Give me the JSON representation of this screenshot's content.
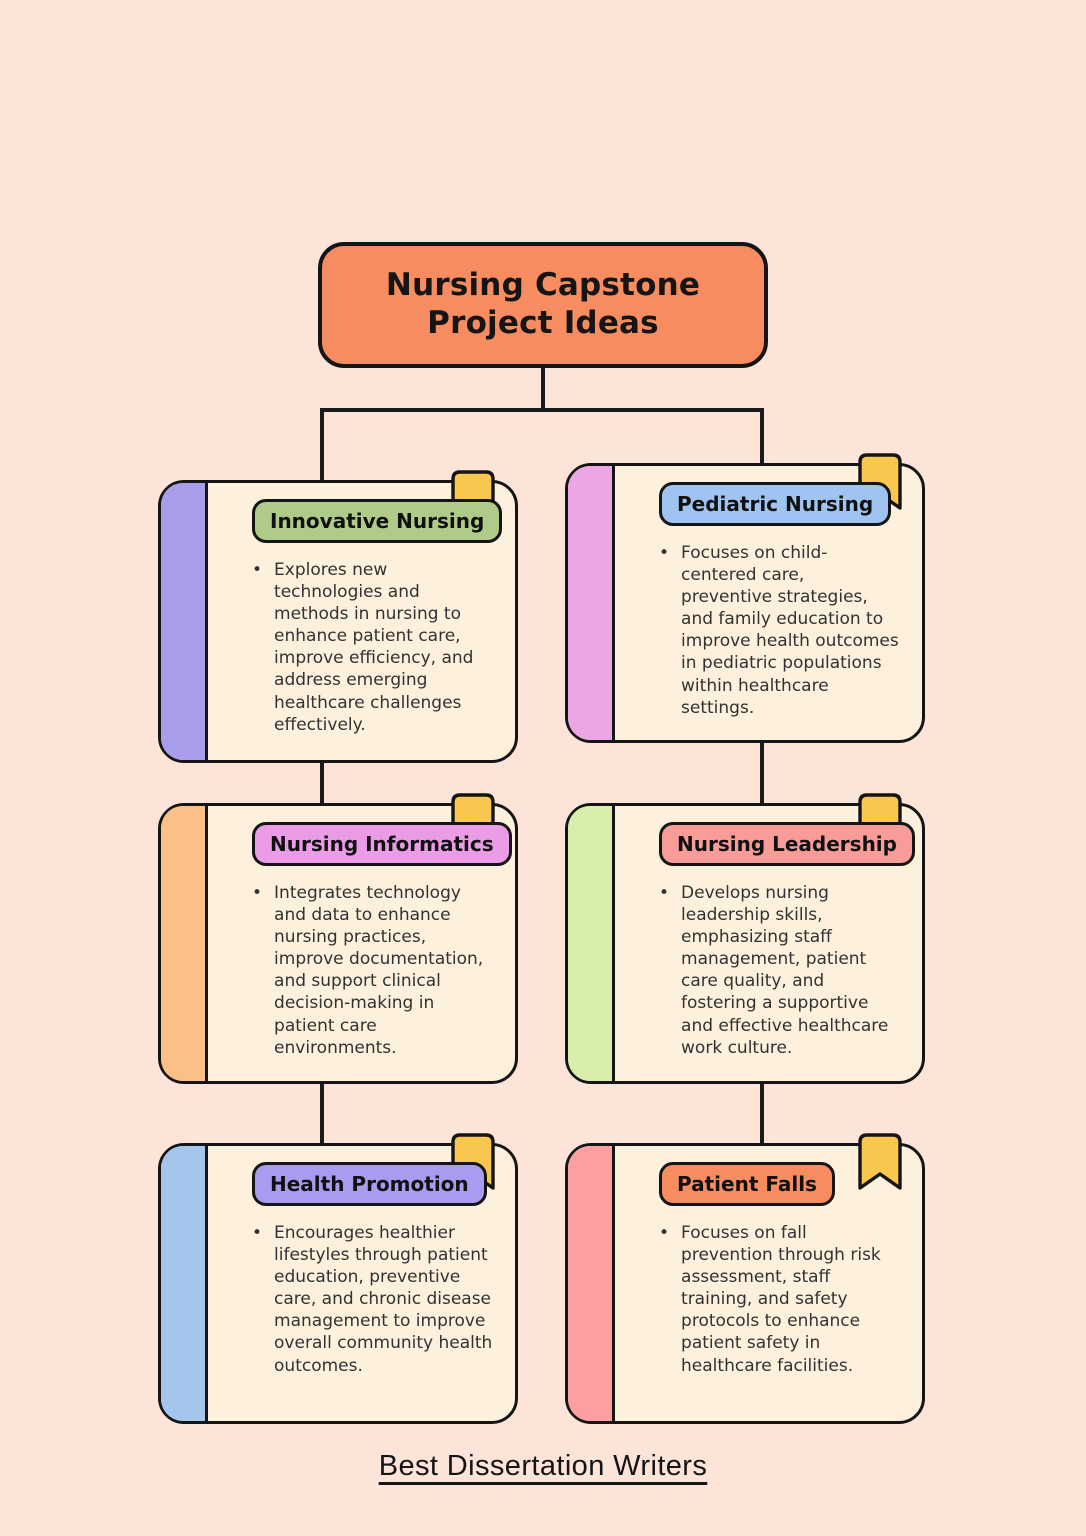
{
  "page": {
    "background": "#fce4d9",
    "card_bg": "#fdf0dc",
    "bookmark_color": "#f9c74f",
    "line_color": "#1a1a1a",
    "title": "Nursing Capstone Project Ideas",
    "title_bg": "#f68c5f",
    "footer": "Best Dissertation Writers",
    "bullet_glyph": "•"
  },
  "cards": [
    {
      "title": "Innovative Nursing",
      "pill_bg": "#aecb89",
      "strip_bg": "#a89ceb",
      "bullet": "Explores new technologies and methods in nursing to enhance patient care, improve efficiency, and address emerging healthcare challenges effectively."
    },
    {
      "title": "Pediatric Nursing",
      "pill_bg": "#a0c4f2",
      "strip_bg": "#eca6e3",
      "bullet": "Focuses on child-centered care, preventive strategies, and family education to improve health outcomes in pediatric populations within healthcare settings."
    },
    {
      "title": "Nursing Informatics",
      "pill_bg": "#ea9ce6",
      "strip_bg": "#fdbf88",
      "bullet": "Integrates technology and data to enhance nursing practices, improve documentation, and support clinical decision-making in patient care environments."
    },
    {
      "title": "Nursing Leadership",
      "pill_bg": "#f89c98",
      "strip_bg": "#d8eeac",
      "bullet": "Develops nursing leadership skills, emphasizing staff management, patient care quality, and fostering a supportive and effective healthcare work culture."
    },
    {
      "title": "Health Promotion",
      "pill_bg": "#a89cf0",
      "strip_bg": "#a4c6ec",
      "bullet": "Encourages healthier lifestyles through patient education, preventive care, and chronic disease management to improve overall community health outcomes."
    },
    {
      "title": "Patient Falls",
      "pill_bg": "#f68c5f",
      "strip_bg": "#fc9fa1",
      "bullet": "Focuses on fall prevention through risk assessment, staff training, and safety protocols to enhance patient safety in healthcare facilities."
    }
  ]
}
